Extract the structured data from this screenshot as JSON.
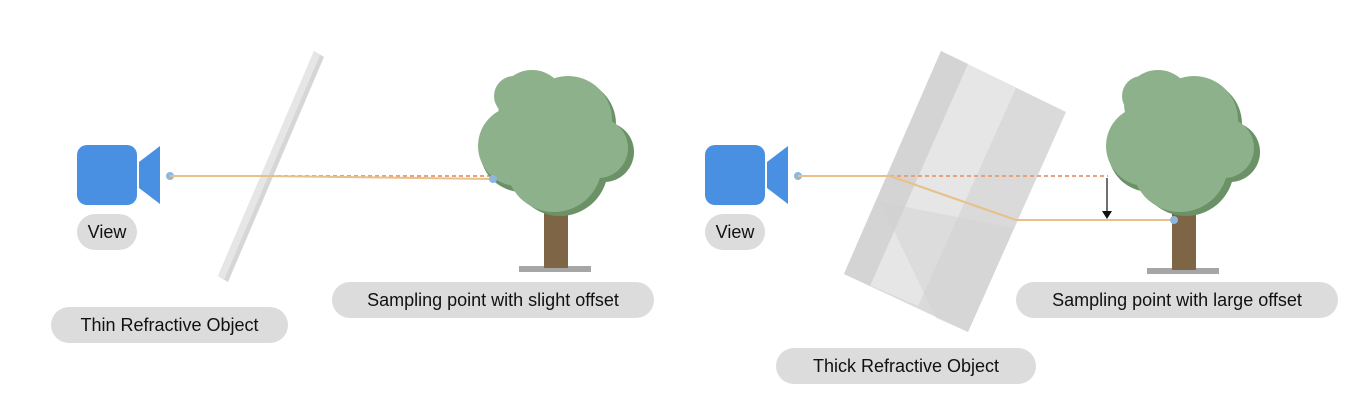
{
  "panels": [
    {
      "view_label": "View",
      "object_label": "Thin Refractive Object",
      "sampling_label": "Sampling point with slight offset"
    },
    {
      "view_label": "View",
      "object_label": "Thick Refractive Object",
      "sampling_label": "Sampling point with large offset"
    }
  ],
  "colors": {
    "camera": "#4a90e2",
    "ray": "#e8c08a",
    "ray_dot": "#8cb8e0",
    "tree_canopy": "#8db18a",
    "tree_canopy_shadow": "#6a9266",
    "tree_trunk": "#7d6546",
    "ground": "#a6a6a6",
    "glass": "#d9d9d9",
    "glass_highlight": "#ececec",
    "label_bg": "#dcdcdc"
  }
}
